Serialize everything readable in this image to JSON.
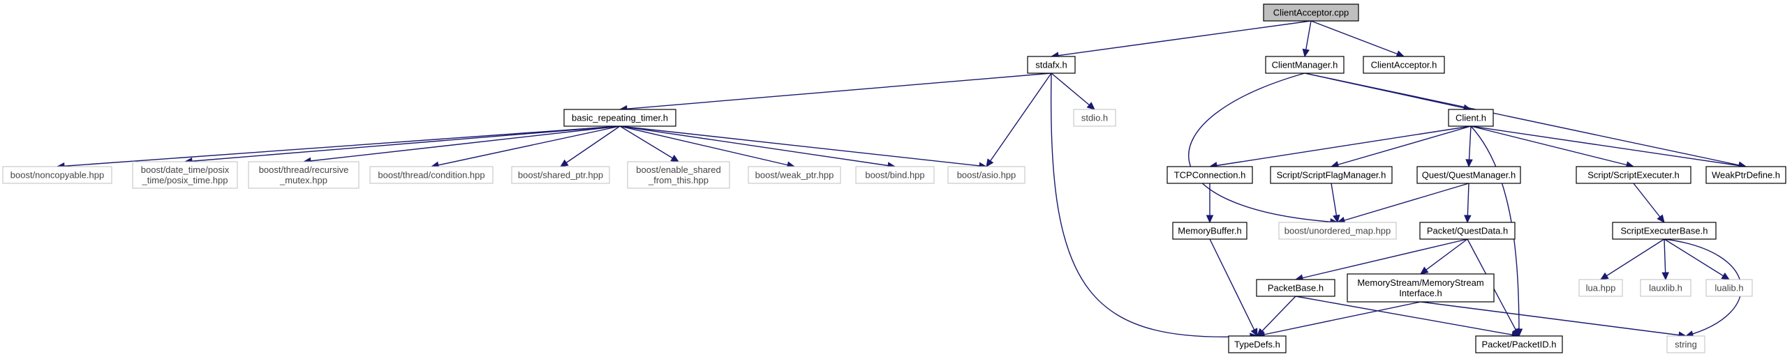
{
  "graph": {
    "title": "",
    "nodes": {
      "root": "ClientAcceptor.cpp",
      "stdafx": "stdafx.h",
      "clientmanager": "ClientManager.h",
      "clientacceptor_h": "ClientAcceptor.h",
      "basic_timer": "basic_repeating_timer.h",
      "stdio": "stdio.h",
      "client": "Client.h",
      "weakptr": "WeakPtrDefine.h",
      "noncopyable": "boost/noncopyable.hpp",
      "posix_time": [
        "boost/date_time/posix",
        "_time/posix_time.hpp"
      ],
      "recursive_mutex": [
        "boost/thread/recursive",
        "_mutex.hpp"
      ],
      "condition": "boost/thread/condition.hpp",
      "shared_ptr": "boost/shared_ptr.hpp",
      "enable_shared": [
        "boost/enable_shared",
        "_from_this.hpp"
      ],
      "weak_ptr": "boost/weak_ptr.hpp",
      "bind": "boost/bind.hpp",
      "asio": "boost/asio.hpp",
      "tcpconnection": "TCPConnection.h",
      "scriptflag": "Script/ScriptFlagManager.h",
      "questmanager": "Quest/QuestManager.h",
      "scriptexecuter": "Script/ScriptExecuter.h",
      "unordered_map": "boost/unordered_map.hpp",
      "memorybuffer": "MemoryBuffer.h",
      "questdata": "Packet/QuestData.h",
      "scriptexecbase": "ScriptExecuterBase.h",
      "packetbase": "PacketBase.h",
      "memorystream": [
        "MemoryStream/MemoryStream",
        "Interface.h"
      ],
      "lua": "lua.hpp",
      "lauxlib": "lauxlib.h",
      "lualib": "lualib.h",
      "typedefs": "TypeDefs.h",
      "packetid": "Packet/PacketID.h",
      "string": "string"
    },
    "colors": {
      "edge": "#191970",
      "root_fill": "#bfbfbf",
      "node_border": "#000000",
      "external_border": "#bfbfbf"
    }
  }
}
